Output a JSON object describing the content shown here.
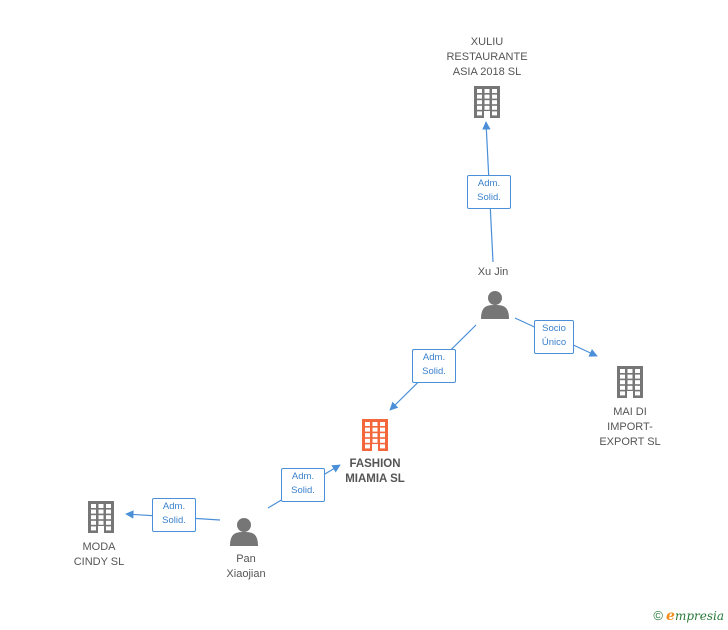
{
  "colors": {
    "company": "#767676",
    "focus": "#f4673a",
    "person": "#767676",
    "edge": "#4a8fd8"
  },
  "nodes": [
    {
      "id": "xuliu",
      "type": "company",
      "icon": "building-icon",
      "label_lines": [
        "XULIU",
        "RESTAURANTE",
        "ASIA 2018  SL"
      ]
    },
    {
      "id": "xujin",
      "type": "person",
      "icon": "person-icon",
      "label_lines": [
        "Xu Jin"
      ]
    },
    {
      "id": "mai",
      "type": "company",
      "icon": "building-icon",
      "label_lines": [
        "MAI DI",
        "IMPORT-",
        "EXPORT  SL"
      ]
    },
    {
      "id": "fashion",
      "type": "focus",
      "icon": "building-icon",
      "label_lines": [
        "FASHION",
        "MIAMIA  SL"
      ]
    },
    {
      "id": "moda",
      "type": "company",
      "icon": "building-icon",
      "label_lines": [
        "MODA",
        "CINDY  SL"
      ]
    },
    {
      "id": "pan",
      "type": "person",
      "icon": "person-icon",
      "label_lines": [
        "Pan",
        "Xiaojian"
      ]
    }
  ],
  "edges": [
    {
      "from": "xujin",
      "to": "xuliu",
      "label_lines": [
        "Adm.",
        "Solid."
      ]
    },
    {
      "from": "xujin",
      "to": "mai",
      "label_lines": [
        "Socio",
        "Único"
      ]
    },
    {
      "from": "xujin",
      "to": "fashion",
      "label_lines": [
        "Adm.",
        "Solid."
      ]
    },
    {
      "from": "pan",
      "to": "fashion",
      "label_lines": [
        "Adm.",
        "Solid."
      ]
    },
    {
      "from": "pan",
      "to": "moda",
      "label_lines": [
        "Adm.",
        "Solid."
      ]
    }
  ],
  "footer": {
    "copyright": "©",
    "brand_initial": "e",
    "brand_rest": "mpresia"
  }
}
